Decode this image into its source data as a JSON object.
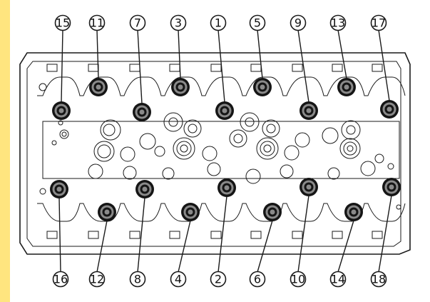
{
  "colors": {
    "background": "#FFF9C4",
    "stripe": "#FFE57F",
    "line": "#1a1a1a",
    "bolt_dark": "#151515",
    "bolt_gray": "#8a8a8a"
  },
  "diagram": {
    "subject": "cylinder head bolt tightening sequence",
    "bolts": [
      {
        "n": "15",
        "row": "top"
      },
      {
        "n": "11",
        "row": "top"
      },
      {
        "n": "7",
        "row": "top"
      },
      {
        "n": "3",
        "row": "top"
      },
      {
        "n": "1",
        "row": "top"
      },
      {
        "n": "5",
        "row": "top"
      },
      {
        "n": "9",
        "row": "top"
      },
      {
        "n": "13",
        "row": "top"
      },
      {
        "n": "17",
        "row": "top"
      },
      {
        "n": "16",
        "row": "bottom"
      },
      {
        "n": "12",
        "row": "bottom"
      },
      {
        "n": "8",
        "row": "bottom"
      },
      {
        "n": "4",
        "row": "bottom"
      },
      {
        "n": "2",
        "row": "bottom"
      },
      {
        "n": "6",
        "row": "bottom"
      },
      {
        "n": "10",
        "row": "bottom"
      },
      {
        "n": "14",
        "row": "bottom"
      },
      {
        "n": "18",
        "row": "bottom"
      }
    ]
  }
}
